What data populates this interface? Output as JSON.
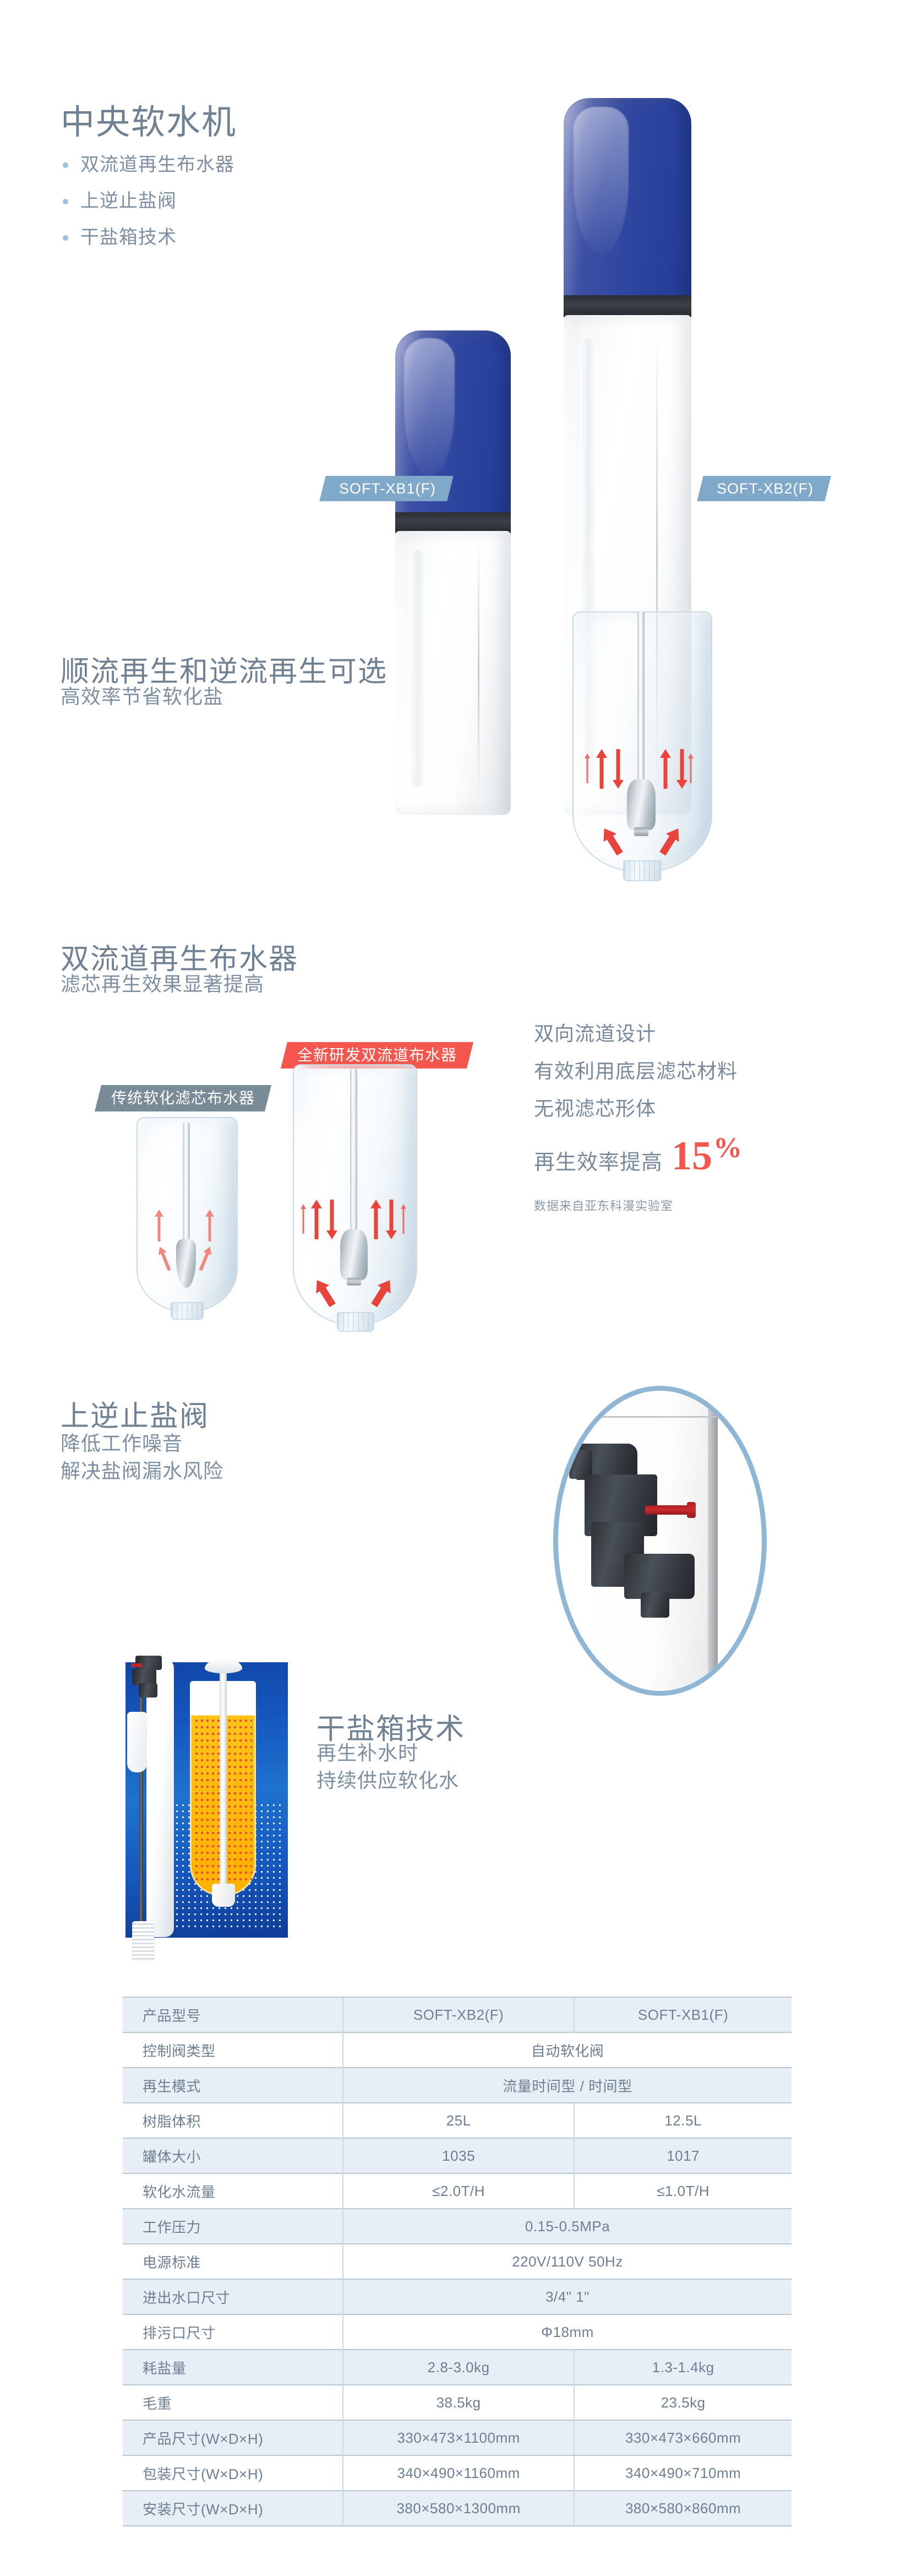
{
  "hero": {
    "title": "中央软水机",
    "bullets": [
      "双流道再生布水器",
      "上逆止盐阀",
      "干盐箱技术"
    ],
    "model_left": "SOFT-XB1(F)",
    "model_right": "SOFT-XB2(F)"
  },
  "flow_section": {
    "title": "顺流再生和逆流再生可选",
    "subtitle": "高效率节省软化盐"
  },
  "dual_section": {
    "title": "双流道再生布水器",
    "subtitle": "滤芯再生效果显著提高",
    "badge_new": "全新研发双流道布水器",
    "badge_old": "传统软化滤芯布水器",
    "features": [
      "双向流道设计",
      "有效利用底层滤芯材料",
      "无视滤芯形体"
    ],
    "efficiency_label": "再生效率提高",
    "efficiency_value": "15",
    "efficiency_unit": "%",
    "source_note": "数据来自亚东科漫实验室"
  },
  "valve_section": {
    "title": "上逆止盐阀",
    "line1": "降低工作噪音",
    "line2": "解决盐阀漏水风险"
  },
  "salt_section": {
    "title": "干盐箱技术",
    "line1": "再生补水时",
    "line2": "持续供应软化水"
  },
  "spec_table": {
    "rows": [
      {
        "label": "产品型号",
        "span": false,
        "col1": "SOFT-XB2(F)",
        "col2": "SOFT-XB1(F)"
      },
      {
        "label": "控制阀类型",
        "span": true,
        "value": "自动软化阀"
      },
      {
        "label": "再生模式",
        "span": true,
        "value": "流量时间型 / 时间型"
      },
      {
        "label": "树脂体积",
        "span": false,
        "col1": "25L",
        "col2": "12.5L"
      },
      {
        "label": "罐体大小",
        "span": false,
        "col1": "1035",
        "col2": "1017"
      },
      {
        "label": "软化水流量",
        "span": false,
        "col1": "≤2.0T/H",
        "col2": "≤1.0T/H"
      },
      {
        "label": "工作压力",
        "span": true,
        "value": "0.15-0.5MPa"
      },
      {
        "label": "电源标准",
        "span": true,
        "value": "220V/110V 50Hz"
      },
      {
        "label": "进出水口尺寸",
        "span": true,
        "value": "3/4\"  1\""
      },
      {
        "label": "排污口尺寸",
        "span": true,
        "value": "Φ18mm"
      },
      {
        "label": "耗盐量",
        "span": false,
        "col1": "2.8-3.0kg",
        "col2": "1.3-1.4kg"
      },
      {
        "label": "毛重",
        "span": false,
        "col1": "38.5kg",
        "col2": "23.5kg"
      },
      {
        "label": "产品尺寸(W×D×H)",
        "span": false,
        "col1": "330×473×1100mm",
        "col2": "330×473×660mm"
      },
      {
        "label": "包装尺寸(W×D×H)",
        "span": false,
        "col1": "340×490×1160mm",
        "col2": "340×490×710mm"
      },
      {
        "label": "安装尺寸(W×D×H)",
        "span": false,
        "col1": "380×580×1300mm",
        "col2": "380×580×860mm"
      }
    ]
  },
  "colors": {
    "heading": "#6f8193",
    "accent_blue": "#7fa8c9",
    "accent_red": "#f4564d",
    "badge_gray": "#7a8b98",
    "cap_blue": "#2f46a0",
    "table_stripe": "#e7eef5"
  }
}
